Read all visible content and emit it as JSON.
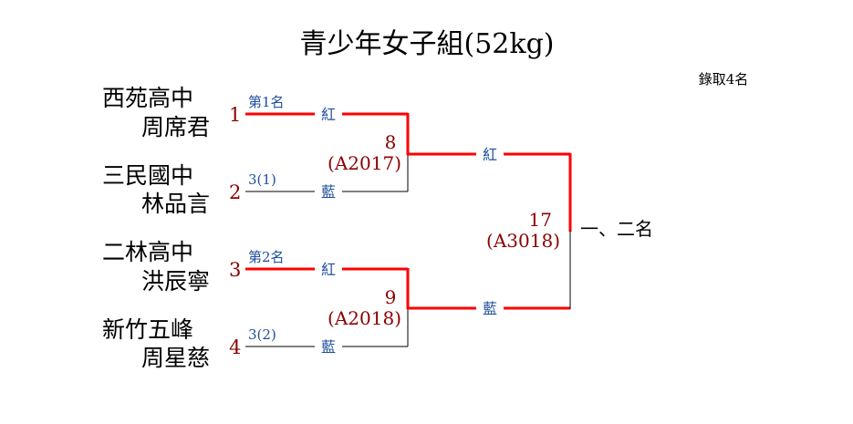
{
  "title": "青少年女子組(52kg)",
  "note": "錄取4名",
  "colors": {
    "winner_line": "#ff0000",
    "loser_line": "#000000",
    "seed": "#8b0000",
    "label": "#1f4e9c"
  },
  "entrants": [
    {
      "seed": "1",
      "school": "西苑高中",
      "name": "周席君",
      "tag": "第1名"
    },
    {
      "seed": "2",
      "school": "三民國中",
      "name": "林品言",
      "tag": "3(1)"
    },
    {
      "seed": "3",
      "school": "二林高中",
      "name": "洪辰寧",
      "tag": "第2名"
    },
    {
      "seed": "4",
      "school": "新竹五峰",
      "name": "周星慈",
      "tag": "3(2)"
    }
  ],
  "corners": {
    "red": "紅",
    "blue": "藍"
  },
  "matches": [
    {
      "number": "8",
      "code": "(A2017)"
    },
    {
      "number": "9",
      "code": "(A2018)"
    },
    {
      "number": "17",
      "code": "(A3018)"
    }
  ],
  "final_label": "一、二名"
}
